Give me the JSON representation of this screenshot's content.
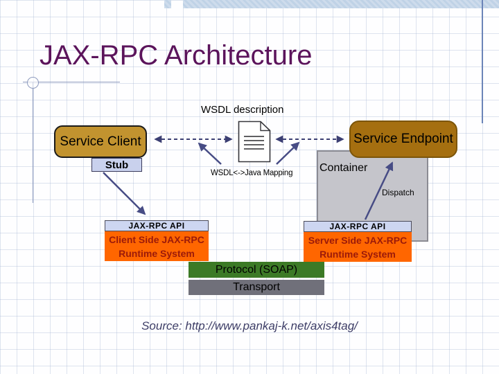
{
  "slide": {
    "title": "JAX-RPC Architecture",
    "source_text": "Source: http://www.pankaj-k.net/axis4tag/"
  },
  "diagram": {
    "wsdl_description_label": "WSDL description",
    "service_client_label": "Service Client",
    "stub_label": "Stub",
    "service_endpoint_label": "Service Endpoint",
    "container_label": "Container",
    "dispatch_label": "Dispatch",
    "mapping_label": "WSDL<->Java Mapping",
    "client_api": {
      "header": "JAX-RPC API",
      "line1": "Client Side JAX-RPC",
      "line2": "Runtime System"
    },
    "server_api": {
      "header": "JAX-RPC API",
      "line1": "Server Side JAX-RPC",
      "line2": "Runtime System"
    },
    "protocol_label": "Protocol (SOAP)",
    "transport_label": "Transport"
  },
  "colors": {
    "title": "#5B145B",
    "service_client_fill": "#C2932F",
    "service_endpoint_fill": "#A56F10",
    "stub_fill": "#C9D1ED",
    "api_header_fill": "#CDD6F1",
    "runtime_fill": "#FF6600",
    "runtime_text": "#9B1A0A",
    "protocol_fill": "#3C7A26",
    "transport_fill": "#70707A",
    "container_fill": "#C5C5CB",
    "arrow": "#3C3F73",
    "top_band": "#C8D7E8",
    "source_text": "#3D3D66"
  }
}
